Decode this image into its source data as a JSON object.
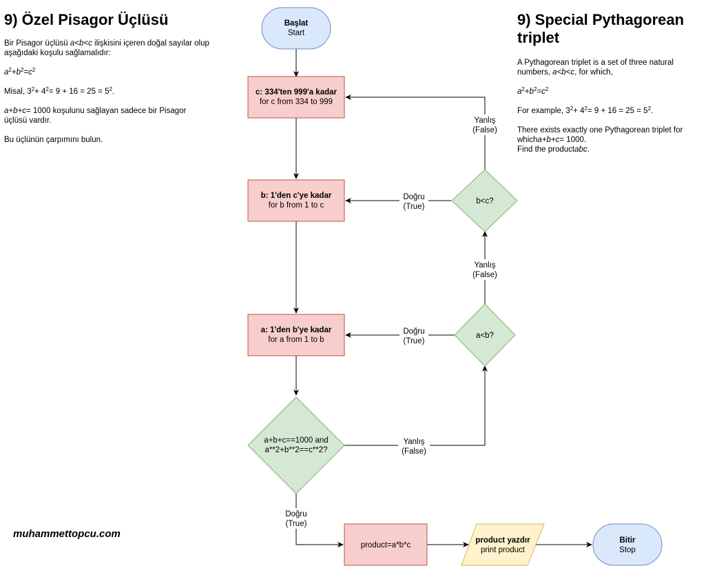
{
  "left": {
    "title": "9) Özel Pisagor Üçlüsü",
    "intro_pre": "Bir Pisagor üçlüsü ",
    "intro_expr": "a<b<c",
    "intro_post": " ilişkisini içeren doğal sayılar olup aşağıdaki koşulu sağlamalıdır:",
    "example_prefix": "Misal, ",
    "sum_expr": "a+b+c",
    "sum_post": "= 1000 koşulunu sağlayan sadece bir Pisagor üçlüsü vardır.",
    "ask": "Bu üçlünün çarpımını bulun."
  },
  "right": {
    "title": "9) Special Pythagorean triplet",
    "intro_pre": "A Pythagorean triplet is a set of three natural numbers, ",
    "intro_expr": "a<b<c",
    "intro_post": ", for which,",
    "example_prefix": "For example, ",
    "exists_pre": "There exists exactly one Pythagorean triplet for which",
    "exists_expr": "a+b+c",
    "exists_post": "= 1000.",
    "find_pre": "Find the product",
    "find_expr": "abc",
    "find_post": "."
  },
  "formula": {
    "a": "a",
    "b": "b",
    "c": "c",
    "sq": "2",
    "plus": "+",
    "eq": "=",
    "ex_3": "3",
    "ex_4": "4",
    "ex_rest": "= 9 + 16 = 25 = 5",
    "ex_end": "."
  },
  "author": "muhammettopcu.com",
  "flow": {
    "start": {
      "title": "Başlat",
      "sub": "Start"
    },
    "loop_c": {
      "title": "c: 334'ten 999'a kadar",
      "sub": "for c from 334 to 999"
    },
    "loop_b": {
      "title": "b: 1'den c'ye kadar",
      "sub": "for b from 1 to c"
    },
    "loop_a": {
      "title": "a: 1'den b'ye kadar",
      "sub": "for a from 1 to b"
    },
    "check": {
      "line1": "a+b+c==1000 and",
      "line2": "a**2+b**2==c**2?"
    },
    "cond_b": "b<c?",
    "cond_a": "a<b?",
    "product": "product=a*b*c",
    "print": {
      "title": "product yazdır",
      "sub": "print product"
    },
    "stop": {
      "title": "Bitir",
      "sub": "Stop"
    },
    "true_tr": "Doğru",
    "true_en": "(True)",
    "false_tr": "Yanlış",
    "false_en": "(False)"
  },
  "colors": {
    "terminal_fill": "#dae8fc",
    "terminal_stroke": "#6c8ebf",
    "process_fill": "#f8cecc",
    "process_stroke": "#b85450",
    "decision_fill": "#d5e8d4",
    "decision_stroke": "#82b366",
    "io_fill": "#fff2cc",
    "io_stroke": "#d6b656"
  }
}
